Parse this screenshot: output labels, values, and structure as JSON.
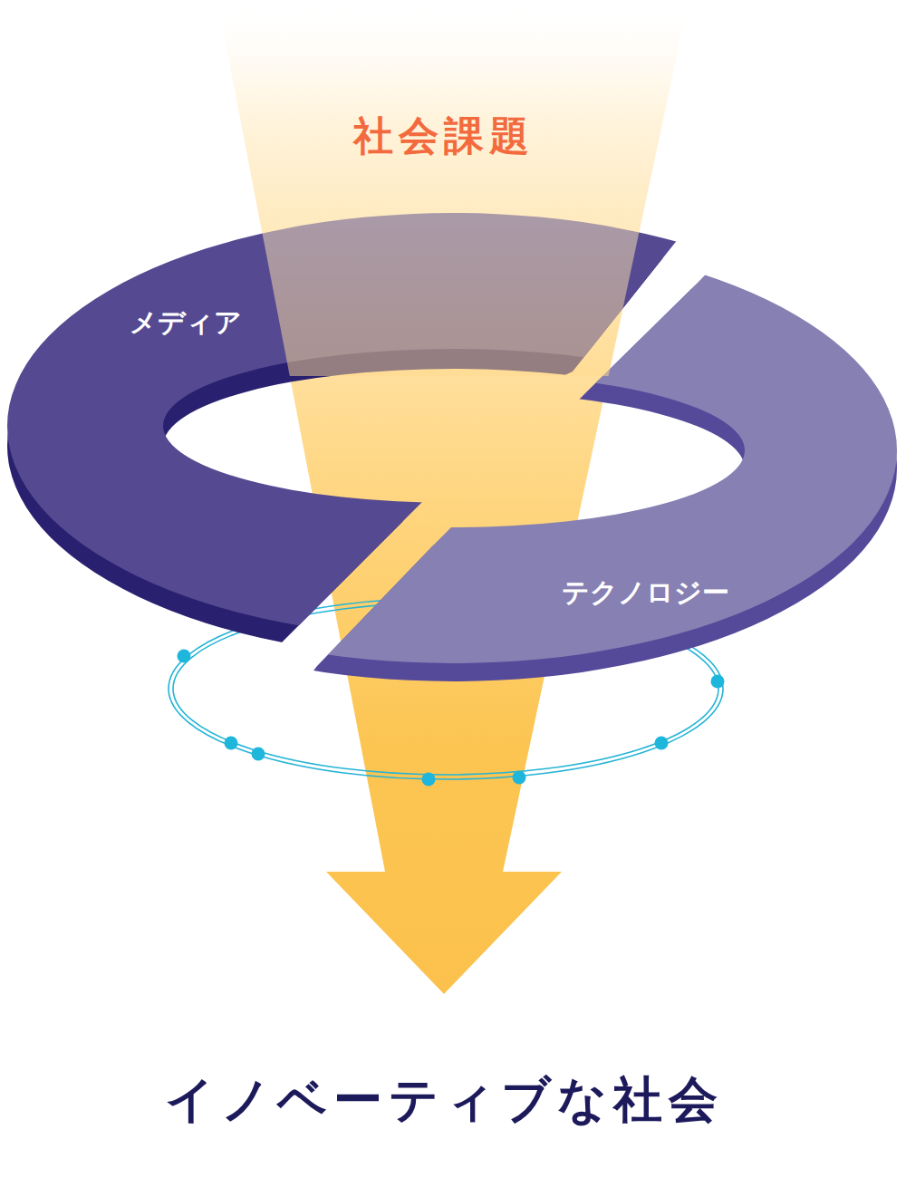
{
  "diagram": {
    "nodes": [
      {
        "text": [
          "メディア"
        ]
      },
      {
        "text": [
          "テクノロジー"
        ]
      }
    ],
    "labels": [
      "社会課題",
      "イノベーティブな社会"
    ]
  }
}
